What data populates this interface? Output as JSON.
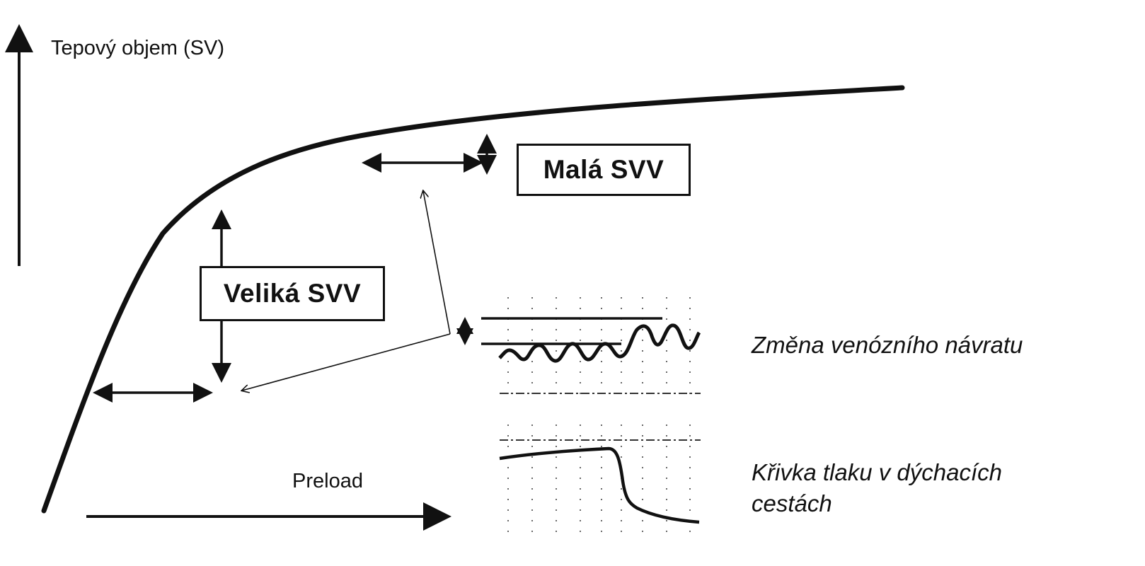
{
  "labels": {
    "y_axis": "Tepový objem (SV)",
    "x_axis": "Preload",
    "large_svv": "Veliká SVV",
    "small_svv": "Malá SVV",
    "venous_return_change": "Změna venózního návratu",
    "airway_pressure_curve": "Křivka tlaku v dýchacích cestách"
  },
  "colors": {
    "ink": "#111111",
    "background": "#ffffff"
  }
}
